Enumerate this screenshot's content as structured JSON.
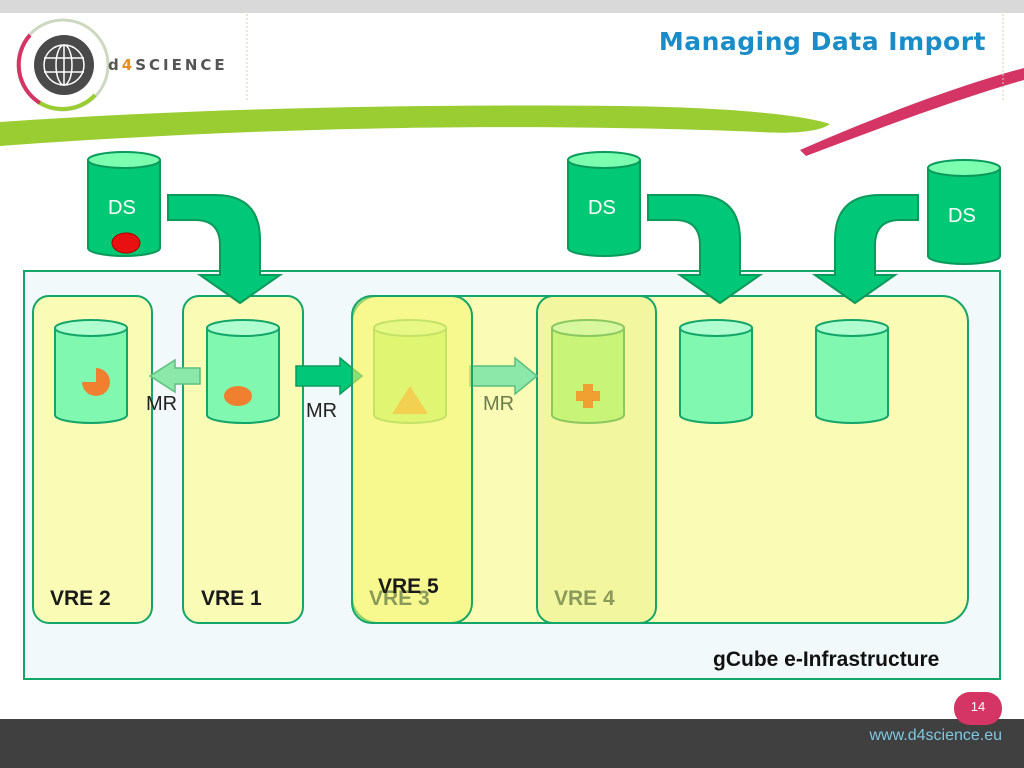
{
  "header": {
    "logo_text_prefix": "d",
    "logo_text_accent": "4",
    "logo_text_suffix": "SCIENCE",
    "title": "Managing Data Import"
  },
  "diagram": {
    "data_sources": [
      {
        "label": "DS"
      },
      {
        "label": "DS"
      },
      {
        "label": "DS"
      }
    ],
    "vres": [
      {
        "label": "VRE 2"
      },
      {
        "label": "VRE 1"
      },
      {
        "label": "VRE 5"
      },
      {
        "label": "VRE 3"
      },
      {
        "label": "VRE 4"
      }
    ],
    "mr_labels": [
      "MR",
      "MR",
      "MR"
    ],
    "infrastructure_label": "gCube e-Infrastructure"
  },
  "footer": {
    "url": "www.d4science.eu",
    "page_number": "14"
  },
  "colors": {
    "title": "#1a8cc8",
    "db_green": "#00c875",
    "db_light": "#7dffb0",
    "vre_fill": "#fafbb4",
    "vre_stroke": "#13a56a",
    "badge": "#d43565",
    "swoosh_green": "#9acd32"
  }
}
